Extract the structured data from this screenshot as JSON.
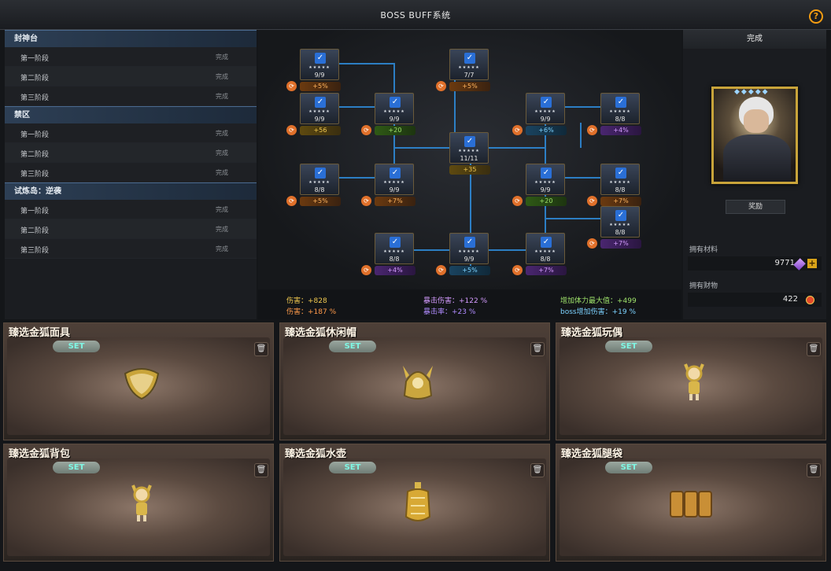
{
  "header": {
    "title": "BOSS BUFF系统",
    "help_icon": "?"
  },
  "sidebar": {
    "sections": [
      {
        "title": "封神台",
        "items": [
          {
            "label": "第一阶段",
            "status": "完成"
          },
          {
            "label": "第二阶段",
            "status": "完成"
          },
          {
            "label": "第三阶段",
            "status": "完成"
          }
        ]
      },
      {
        "title": "禁区",
        "items": [
          {
            "label": "第一阶段",
            "status": "完成"
          },
          {
            "label": "第二阶段",
            "status": "完成"
          },
          {
            "label": "第三阶段",
            "status": "完成"
          }
        ]
      },
      {
        "title": "试炼岛：逆袭",
        "items": [
          {
            "label": "第一阶段",
            "status": "完成"
          },
          {
            "label": "第二阶段",
            "status": "完成"
          },
          {
            "label": "第三阶段",
            "status": "完成"
          }
        ]
      }
    ]
  },
  "tree": {
    "nodes": [
      {
        "count": "9/9",
        "bonus": "+5%",
        "color": "orange"
      },
      {
        "count": "7/7",
        "bonus": "+5%",
        "color": "orange"
      },
      {
        "count": "9/9",
        "bonus": "+56",
        "color": "yellow"
      },
      {
        "count": "9/9",
        "bonus": "+20",
        "color": "green"
      },
      {
        "count": "9/9",
        "bonus": "+6%",
        "color": "blue"
      },
      {
        "count": "8/8",
        "bonus": "+4%",
        "color": "purple"
      },
      {
        "count": "11/11",
        "bonus": "+35",
        "color": "yellow"
      },
      {
        "count": "8/8",
        "bonus": "+5%",
        "color": "orange"
      },
      {
        "count": "9/9",
        "bonus": "+7%",
        "color": "orange"
      },
      {
        "count": "9/9",
        "bonus": "+20",
        "color": "green"
      },
      {
        "count": "8/8",
        "bonus": "+7%",
        "color": "orange"
      },
      {
        "count": "8/8",
        "bonus": "+7%",
        "color": "purple"
      },
      {
        "count": "8/8",
        "bonus": "+4%",
        "color": "purple"
      },
      {
        "count": "9/9",
        "bonus": "+5%",
        "color": "blue"
      },
      {
        "count": "8/8",
        "bonus": "+7%",
        "color": "purple"
      }
    ]
  },
  "stats": {
    "damage": "伤害：+828",
    "damage_pct": "伤害：+187 %",
    "crit_damage": "暴击伤害：+122 %",
    "crit_rate": "暴击率：+23 %",
    "max_hp": "增加体力最大值：+499",
    "boss_damage": "boss增加伤害：+19 %"
  },
  "right_panel": {
    "status": "完成",
    "reward_button": "奖励",
    "materials_label": "拥有材料",
    "materials_value": "9771",
    "wealth_label": "拥有财物",
    "wealth_value": "422"
  },
  "cards": [
    {
      "name": "臻选金狐面具",
      "set": "SET",
      "item_icon": "mask-icon"
    },
    {
      "name": "臻选金狐休闲帽",
      "set": "SET",
      "item_icon": "helmet-icon"
    },
    {
      "name": "臻选金狐玩偶",
      "set": "SET",
      "item_icon": "doll-icon"
    },
    {
      "name": "臻选金狐背包",
      "set": "SET",
      "item_icon": "doll-icon"
    },
    {
      "name": "臻选金狐水壶",
      "set": "SET",
      "item_icon": "bottle-icon"
    },
    {
      "name": "臻选金狐腿袋",
      "set": "SET",
      "item_icon": "leg-bag-icon"
    }
  ],
  "colors": {
    "accent": "#2a6fd6",
    "gold": "#c9a43a",
    "line": "#2f8fe0"
  }
}
